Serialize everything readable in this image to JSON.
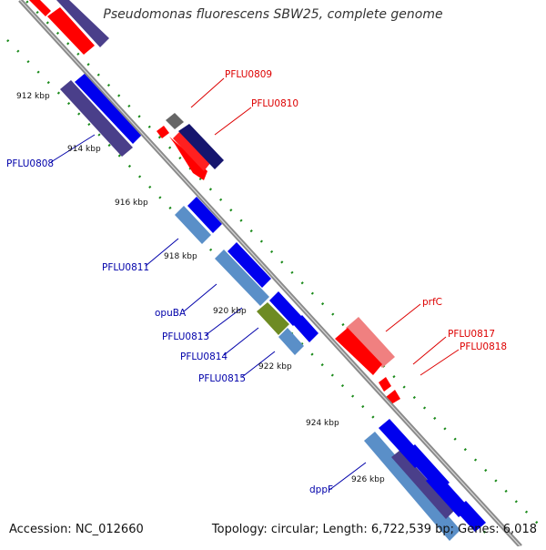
{
  "title": "Pseudomonas fluorescens SBW25, complete genome",
  "footer": {
    "accession": "Accession: NC_012660",
    "summary": "Topology: circular; Length: 6,722,539 bp; Genes: 6,018"
  },
  "colors": {
    "backbone": "#8a8a8a",
    "ticks": "#1a8a1a",
    "gene_red": "#ff0000",
    "gene_blue": "#0000ee",
    "gene_purple": "#4a3f8a",
    "gene_darkblue": "#15156e",
    "gene_steel": "#5a8fc8",
    "gene_olive": "#6e8b23",
    "gene_pink": "#f08080",
    "gene_grey": "#666666",
    "label_red": "#dd0000",
    "label_blue": "#0000aa",
    "tick_label": "#111111"
  },
  "ticks": [
    "912 kbp",
    "914 kbp",
    "916 kbp",
    "918 kbp",
    "920 kbp",
    "922 kbp",
    "924 kbp",
    "926 kbp"
  ],
  "labels": {
    "pflu0809": "PFLU0809",
    "pflu0810": "PFLU0810",
    "pflu0808": "PFLU0808",
    "pflu0811": "PFLU0811",
    "opuba": "opuBA",
    "pflu0813": "PFLU0813",
    "pflu0814": "PFLU0814",
    "pflu0815": "PFLU0815",
    "prfc": "prfC",
    "pflu0817": "PFLU0817",
    "pflu0818": "PFLU0818",
    "dppf": "dppF"
  }
}
